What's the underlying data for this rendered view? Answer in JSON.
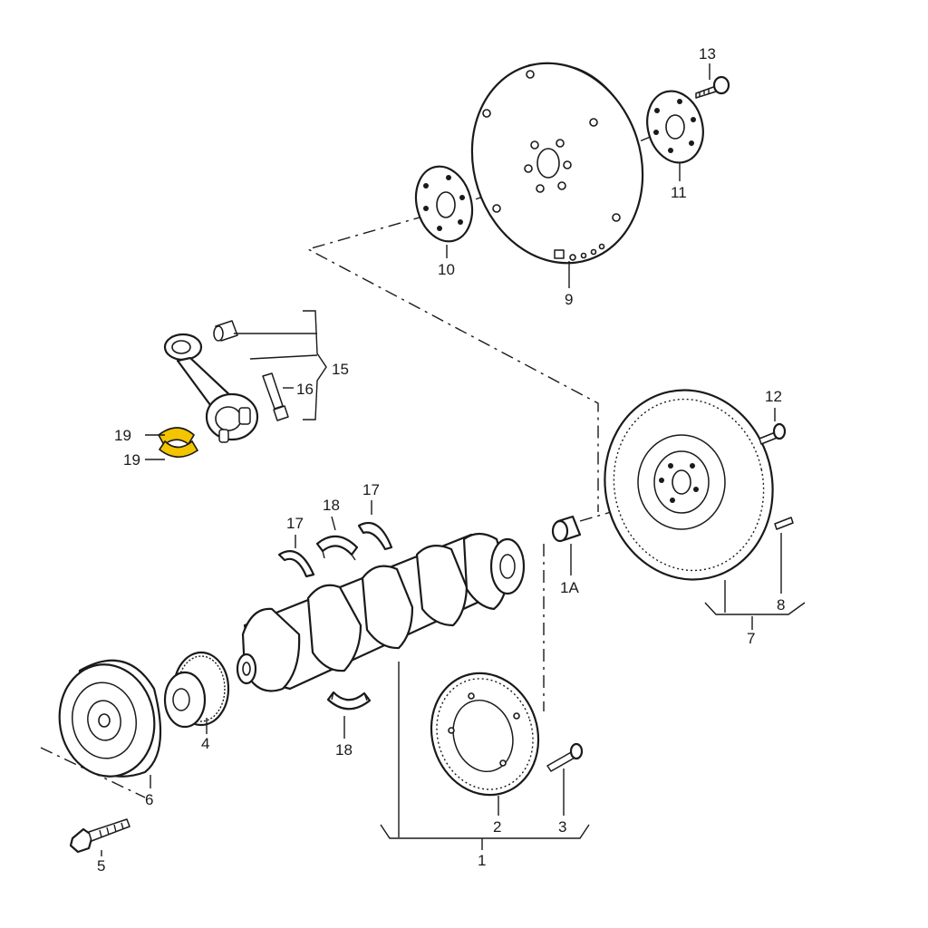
{
  "diagram": {
    "highlight_color": "#f3c400",
    "line_color": "#1a1a1a",
    "callouts": {
      "c1": "1",
      "c1a": "1A",
      "c2": "2",
      "c3": "3",
      "c4": "4",
      "c5": "5",
      "c6": "6",
      "c7": "7",
      "c8": "8",
      "c9": "9",
      "c10": "10",
      "c11": "11",
      "c12": "12",
      "c13": "13",
      "c15": "15",
      "c16": "16",
      "c17a": "17",
      "c17b": "17",
      "c18a": "18",
      "c18b": "18",
      "c19a": "19",
      "c19b": "19"
    }
  }
}
